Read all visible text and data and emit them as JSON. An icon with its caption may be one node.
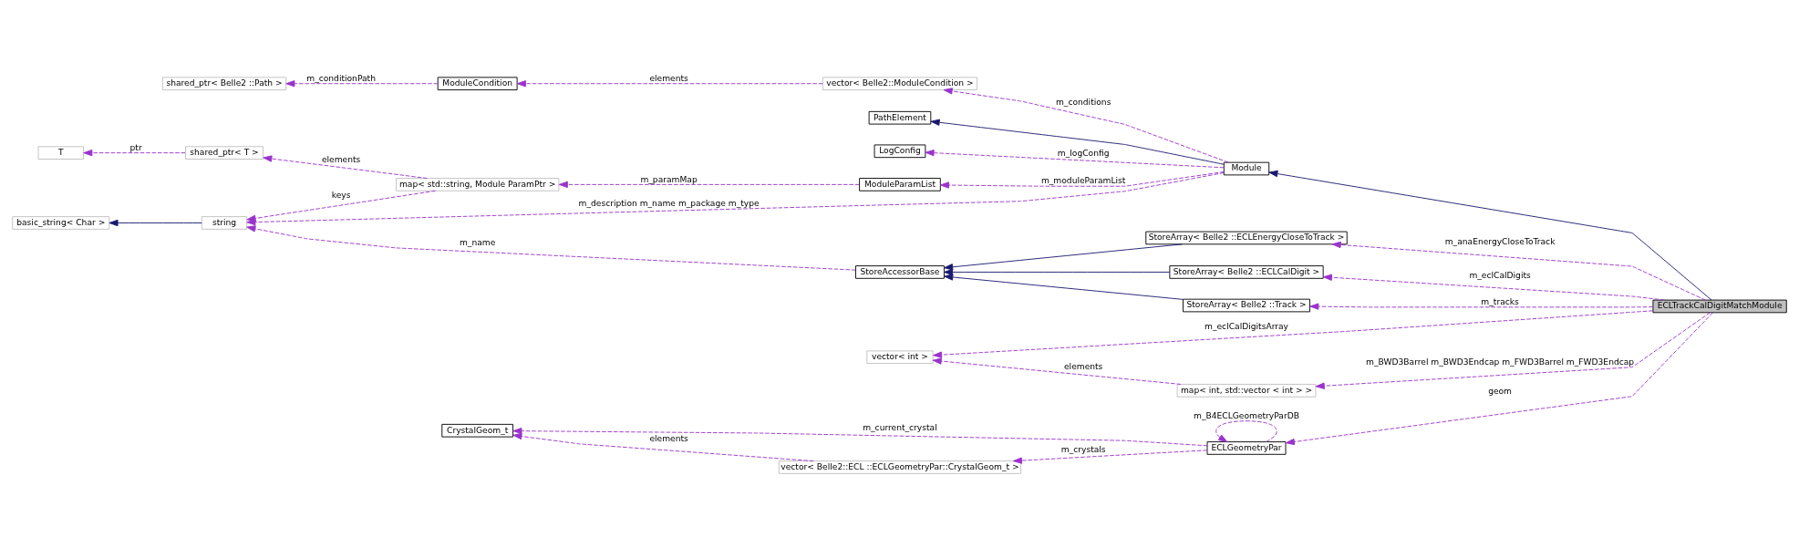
{
  "diagram": {
    "nodes": [
      {
        "text": [
          "shared_ptr< Belle2 ::Path >"
        ]
      },
      {
        "text": [
          "ModuleCondition"
        ]
      },
      {
        "text": [
          "LogConfig"
        ]
      },
      {
        "text": [
          "vector< Belle2::ModuleCondition >"
        ]
      },
      {
        "text": [
          "basic_string< Char >"
        ]
      },
      {
        "text": [
          "string"
        ]
      },
      {
        "text": [
          "map< std::string, Module ParamPtr >"
        ]
      },
      {
        "text": [
          "ModuleParamList"
        ]
      },
      {
        "text": [
          "Module"
        ]
      },
      {
        "text": [
          "PathElement"
        ]
      },
      {
        "text": [
          "StoreArray< Belle2 ::ECLEnergyCloseToTrack >"
        ]
      },
      {
        "text": [
          "T"
        ]
      },
      {
        "text": [
          "shared_ptr< T >"
        ]
      },
      {
        "text": [
          "StoreAccessorBase"
        ]
      },
      {
        "text": [
          "StoreArray< Belle2 ::ECLCalDigit >"
        ]
      },
      {
        "text": [
          "StoreArray< Belle2 ::Track >"
        ]
      },
      {
        "text": [
          "ECLTrackCalDigitMatchModule"
        ]
      },
      {
        "text": [
          "vector< int >"
        ]
      },
      {
        "text": [
          "map< int, std::vector < int > >"
        ]
      },
      {
        "text": [
          "CrystalGeom_t"
        ]
      },
      {
        "text": [
          "vector< Belle2::ECL ::ECLGeometryPar::CrystalGeom_t >"
        ]
      },
      {
        "text": [
          "ECLGeometryPar"
        ]
      }
    ],
    "edges": [
      {
        "from": 16,
        "to": 8,
        "arrow": "to",
        "color": "#191970"
      },
      {
        "from": 16,
        "to": 10,
        "arrow": "to",
        "style": "dashed",
        "label": "m_anaEnergyCloseToTrack"
      },
      {
        "from": 16,
        "to": 14,
        "arrow": "to",
        "style": "dashed",
        "label": "m_eclCalDigits"
      },
      {
        "from": 16,
        "to": 15,
        "arrow": "to",
        "style": "dashed",
        "label": "m_tracks"
      },
      {
        "from": 16,
        "to": 17,
        "arrow": "to",
        "style": "dashed",
        "label": "m_eclCalDigitsArray"
      },
      {
        "from": 16,
        "to": 18,
        "arrow": "to",
        "style": "dashed",
        "label": "m_BWD3Barrel m_BWD3Endcap m_FWD3Barrel m_FWD3Endcap"
      },
      {
        "from": 16,
        "to": 21,
        "arrow": "to",
        "style": "dashed",
        "label": "geom"
      },
      {
        "from": 8,
        "to": 2,
        "arrow": "to",
        "style": "dashed",
        "label": "m_logConfig"
      },
      {
        "from": 8,
        "to": 3,
        "arrow": "to",
        "style": "dashed",
        "label": "m_conditions"
      },
      {
        "from": 8,
        "to": 5,
        "arrow": "to",
        "style": "dashed",
        "label": "m_description m_name m_package m_type"
      },
      {
        "from": 8,
        "to": 7,
        "arrow": "to",
        "style": "dashed",
        "label": "m_moduleParamList"
      },
      {
        "from": 8,
        "to": 9,
        "arrow": "to",
        "color": "#191970"
      },
      {
        "from": 10,
        "to": 13,
        "arrow": "to",
        "color": "#191970"
      },
      {
        "from": 14,
        "to": 13,
        "arrow": "to",
        "color": "#191970"
      },
      {
        "from": 15,
        "to": 13,
        "arrow": "to",
        "color": "#191970"
      },
      {
        "from": 13,
        "to": 5,
        "arrow": "to",
        "style": "dashed",
        "label": "m_name"
      },
      {
        "from": 3,
        "to": 1,
        "arrow": "to",
        "style": "dashed",
        "label": "elements"
      },
      {
        "from": 1,
        "to": 0,
        "arrow": "to",
        "style": "dashed",
        "label": "m_conditionPath"
      },
      {
        "from": 7,
        "to": 6,
        "arrow": "to",
        "style": "dashed",
        "label": "m_paramMap"
      },
      {
        "from": 6,
        "to": 5,
        "arrow": "to",
        "style": "dashed",
        "label": "keys"
      },
      {
        "from": 6,
        "to": 12,
        "arrow": "to",
        "style": "dashed",
        "label": "elements"
      },
      {
        "from": 12,
        "to": 11,
        "arrow": "to",
        "style": "dashed",
        "label": "ptr"
      },
      {
        "from": 5,
        "to": 4,
        "arrow": "to",
        "color": "#191970"
      },
      {
        "from": 18,
        "to": 17,
        "arrow": "to",
        "style": "dashed",
        "label": "elements"
      },
      {
        "from": 21,
        "to": 19,
        "arrow": "to",
        "style": "dashed",
        "label": "m_current_crystal"
      },
      {
        "from": 21,
        "to": 20,
        "arrow": "to",
        "style": "dashed",
        "label": "m_crystals"
      },
      {
        "from": 21,
        "to": 21,
        "arrow": "to",
        "style": "dashed",
        "label": "m_B4ECLGeometryParDB"
      },
      {
        "from": 20,
        "to": 19,
        "arrow": "to",
        "style": "dashed",
        "label": "elements"
      }
    ]
  }
}
